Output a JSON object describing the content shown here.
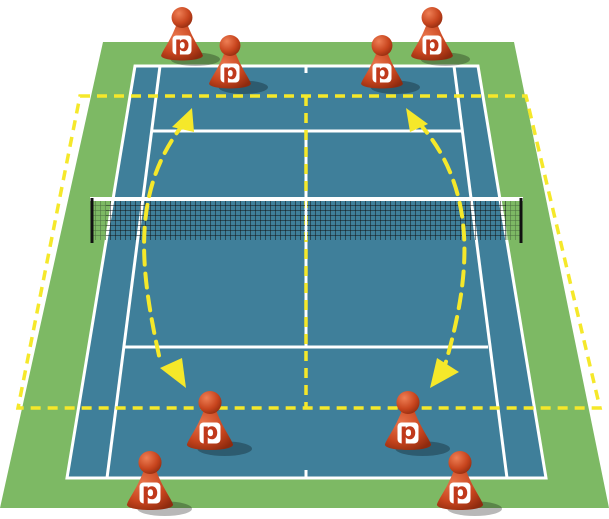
{
  "diagram": {
    "players": [
      {
        "id": "player-far-left-back",
        "label": "p"
      },
      {
        "id": "player-far-left-front",
        "label": "p"
      },
      {
        "id": "player-far-right-front",
        "label": "p"
      },
      {
        "id": "player-far-right-back",
        "label": "p"
      },
      {
        "id": "player-near-left-front",
        "label": "p"
      },
      {
        "id": "player-near-right-front",
        "label": "p"
      },
      {
        "id": "player-near-left-back",
        "label": "p"
      },
      {
        "id": "player-near-right-back",
        "label": "p"
      }
    ],
    "colors": {
      "surround": "#7db964",
      "court": "#3f7f9a",
      "lines": "#ffffff",
      "zone_dash": "#f5e82a",
      "arrow": "#f5e82a",
      "player": "#c8451e",
      "player_dark": "#8e2a0e"
    }
  }
}
